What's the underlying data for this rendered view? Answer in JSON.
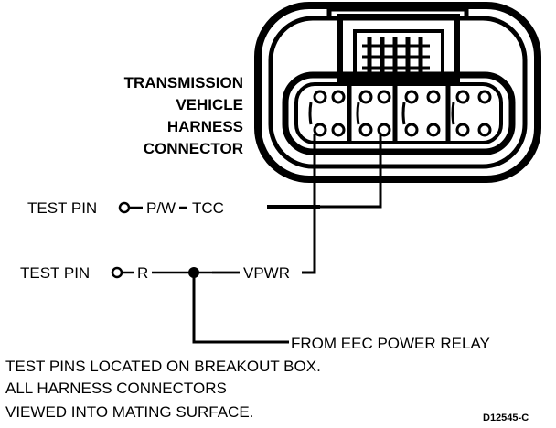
{
  "connector": {
    "title_lines": [
      "TRANSMISSION",
      "VEHICLE",
      "HARNESS",
      "CONNECTOR"
    ]
  },
  "test_pin_1": {
    "label": "TEST PIN",
    "wire": "P/W",
    "dash": "–",
    "signal": "TCC"
  },
  "test_pin_2": {
    "label": "TEST PIN",
    "wire": "R",
    "signal": "VPWR"
  },
  "source": {
    "label": "FROM EEC POWER RELAY"
  },
  "notes": [
    "TEST PINS LOCATED ON BREAKOUT BOX.",
    "ALL HARNESS CONNECTORS",
    "VIEWED INTO MATING SURFACE."
  ],
  "figure_id": "D12545-C"
}
